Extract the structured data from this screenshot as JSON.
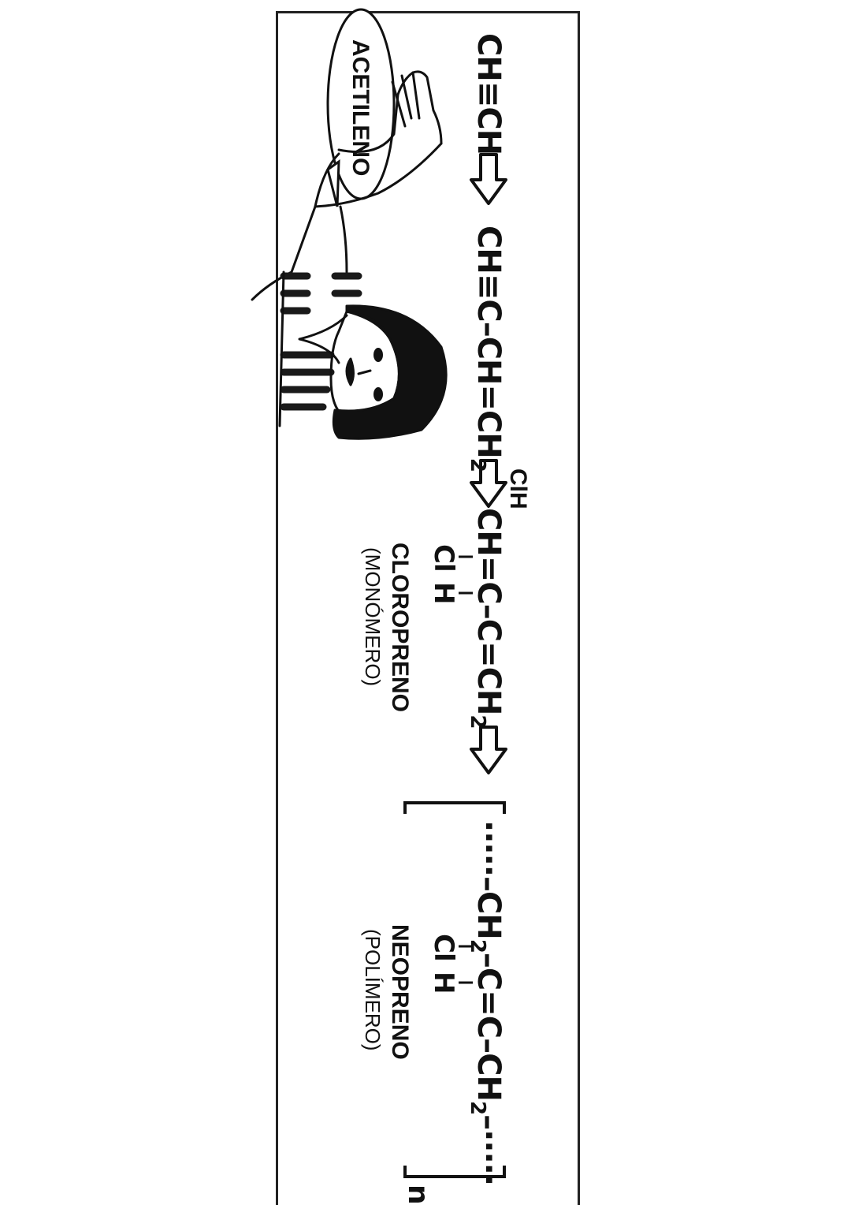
{
  "bubble": {
    "text": "ACETILENO"
  },
  "step1": {
    "formula": "CH≡CH"
  },
  "step2": {
    "formula": "CH≡C–CH=CH",
    "subscript": "2"
  },
  "reagent": {
    "text": "ClH"
  },
  "step3": {
    "main_a": "CH=",
    "main_b": "C–C=CH",
    "subscript": "2",
    "branch_cl": "Cl",
    "branch_h": "H",
    "name": "CLOROPRENO",
    "role": "(MONÓMERO)"
  },
  "step4": {
    "dots_left": "·····–CH",
    "sub_left": "2",
    "middle": "–C=C–CH",
    "sub_right": "2",
    "dots_right": "–·····",
    "branch_cl": "Cl",
    "branch_h": "H",
    "repeat": "n",
    "name": "NEOPRENO",
    "role": "(POLÍMERO)"
  },
  "colors": {
    "ink": "#111111",
    "paper": "#ffffff",
    "shirt_stripe": "#1a1a1a"
  }
}
